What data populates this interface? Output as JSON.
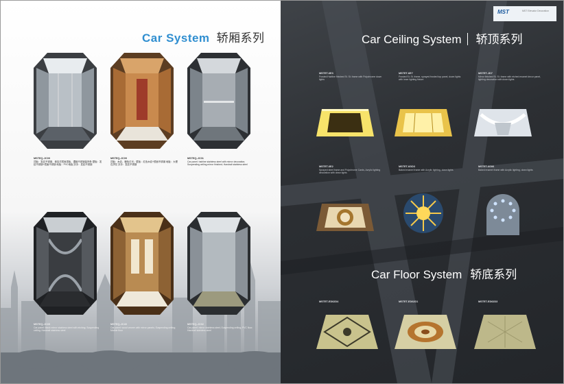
{
  "left": {
    "title_en": "Car System",
    "title_cn": "轿厢系列",
    "cars": [
      {
        "code": "MSTEQ-JC09",
        "desc": "顶板：发纹不锈钢，悬挂式镜面顶板，镶嵌不锈钢装饰条 壁板：发纹不锈钢+镜面不锈钢 地板：PVC地板 扶手：发纹不锈钢"
      },
      {
        "code": "MSTEQ-JC09",
        "desc": "顶板：木纹，暖色灯光；壁板：红色木纹+镜面不锈钢 地板：大理石拼花 扶手：发纹不锈钢"
      },
      {
        "code": "MSTEQ-JC01",
        "desc": "Car panel: hairline stainless steel with mirror decoration; Suspending ceiling mirror finished; Handrail stainless steel"
      },
      {
        "code": "MSTEQ-JC05",
        "desc": "Car panel: black mirror stainless steel with etching; Suspending ceiling; Handrail stainless steel"
      },
      {
        "code": "MSTEQ-JC40",
        "desc": "Car panel: wood veneer with mirror panels; Suspending ceiling; Marble floor"
      },
      {
        "code": "MSTEQ-JC02",
        "desc": "Car panel: mirror stainless steel; Suspending ceiling; PVC floor; Handrail stainless steel"
      }
    ]
  },
  "right": {
    "brand_logo": "MST",
    "brand_lines": "MST Elevator Decoration",
    "ceiling_title_en": "Car Ceiling System",
    "ceiling_title_cn": "轿顶系列",
    "floor_title_en": "Car Floor System",
    "floor_title_cn": "轿底系列",
    "ceilings": [
      {
        "code": "MSTET-6E3",
        "desc": "Frosted Hairline finished St. St. frame with Polychrome down lights"
      },
      {
        "code": "MSTET-6E7",
        "desc": "Frosted St. St. frame, sprayed frosted top panel, down lights with inner lighting fixture"
      },
      {
        "code": "MSTET-JD7",
        "desc": "Mirror finished St. St. frame with etched enamel decor panel, lighting decoration with down lights"
      },
      {
        "code": "MSTET-6E2",
        "desc": "Sprayed steel frame and Polychrome Cards, Acrylic lighting decoration with down lights"
      },
      {
        "code": "MSTET-6GD3",
        "desc": "Baked enamel frame with Acrylic lighting, down lights"
      },
      {
        "code": "MSTET-6G06",
        "desc": "Baked enamel frame with Acrylic lighting, down lights"
      }
    ],
    "floors": [
      {
        "code": "MSTET-ED62D4"
      },
      {
        "code": "MSTET-ED62D1"
      },
      {
        "code": "MSTET-ED62D3"
      }
    ]
  }
}
